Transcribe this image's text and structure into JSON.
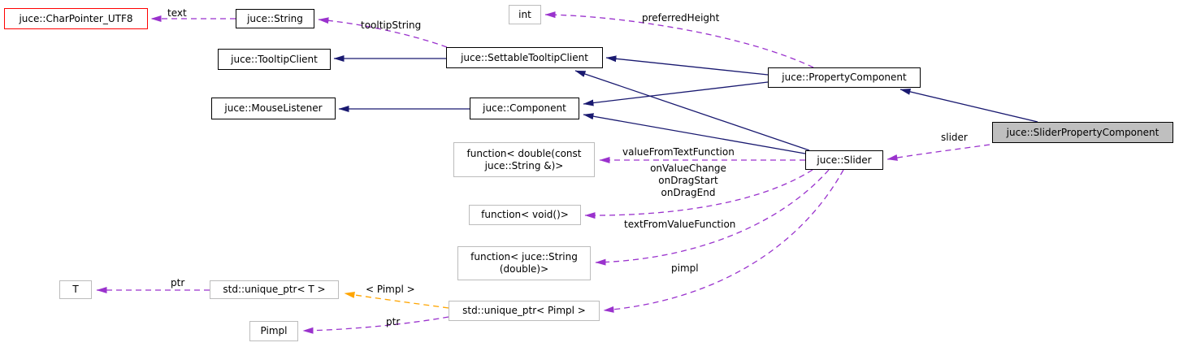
{
  "diagram_type": "doxygen-collaboration-diagram",
  "colors": {
    "inheritance_edge": "#191970",
    "usage_edge": "#9a32cd",
    "template_edge": "#ffa500",
    "highlight_node_fill": "#bfbfbf",
    "external_node_border": "#ff0000",
    "undocumented_node_border": "#bcbcbc",
    "node_border": "#000000",
    "background": "#ffffff"
  },
  "nodes": {
    "charpointer_utf8": {
      "label": "juce::CharPointer_UTF8"
    },
    "string": {
      "label": "juce::String"
    },
    "int": {
      "label": "int"
    },
    "tooltipclient": {
      "label": "juce::TooltipClient"
    },
    "settabletooltipclient": {
      "label": "juce::SettableTooltipClient"
    },
    "propertycomponent": {
      "label": "juce::PropertyComponent"
    },
    "mouselistener": {
      "label": "juce::MouseListener"
    },
    "component": {
      "label": "juce::Component"
    },
    "sliderpropertycomponent": {
      "label": "juce::SliderPropertyComponent"
    },
    "slider": {
      "label": "juce::Slider"
    },
    "func_double": {
      "line1": "function< double(const",
      "line2": "juce::String &)>"
    },
    "func_void": {
      "label": "function< void()>"
    },
    "func_string": {
      "line1": "function< juce::String",
      "line2": "(double)>"
    },
    "unique_ptr_t": {
      "label": "std::unique_ptr< T >"
    },
    "t": {
      "label": "T"
    },
    "unique_ptr_pimpl": {
      "label": "std::unique_ptr< Pimpl >"
    },
    "pimpl": {
      "label": "Pimpl"
    }
  },
  "edge_labels": {
    "text": "text",
    "tooltip_string": "tooltipString",
    "preferred_height": "preferredHeight",
    "slider": "slider",
    "value_from_text": "valueFromTextFunction",
    "on_value_change": "onValueChange",
    "on_drag_start": "onDragStart",
    "on_drag_end": "onDragEnd",
    "text_from_value": "textFromValueFunction",
    "pimpl": "pimpl",
    "ptr_t": "ptr",
    "ptr_pimpl": "ptr",
    "template_pimpl": "< Pimpl >"
  },
  "edges": [
    {
      "from": "juce::String",
      "to": "juce::CharPointer_UTF8",
      "label": "text",
      "type": "usage"
    },
    {
      "from": "juce::SettableTooltipClient",
      "to": "juce::String",
      "label": "tooltipString",
      "type": "usage"
    },
    {
      "from": "juce::SettableTooltipClient",
      "to": "juce::TooltipClient",
      "type": "inheritance"
    },
    {
      "from": "juce::Component",
      "to": "juce::MouseListener",
      "type": "inheritance"
    },
    {
      "from": "juce::PropertyComponent",
      "to": "juce::SettableTooltipClient",
      "type": "inheritance"
    },
    {
      "from": "juce::PropertyComponent",
      "to": "juce::Component",
      "type": "inheritance"
    },
    {
      "from": "juce::PropertyComponent",
      "to": "int",
      "label": "preferredHeight",
      "type": "usage"
    },
    {
      "from": "juce::Slider",
      "to": "juce::SettableTooltipClient",
      "type": "inheritance"
    },
    {
      "from": "juce::Slider",
      "to": "juce::Component",
      "type": "inheritance"
    },
    {
      "from": "juce::SliderPropertyComponent",
      "to": "juce::PropertyComponent",
      "type": "inheritance"
    },
    {
      "from": "juce::SliderPropertyComponent",
      "to": "juce::Slider",
      "label": "slider",
      "type": "usage"
    },
    {
      "from": "juce::Slider",
      "to": "function< double(const juce::String &)>",
      "label": "valueFromTextFunction",
      "type": "usage"
    },
    {
      "from": "juce::Slider",
      "to": "function< void()>",
      "label": "onValueChange onDragStart onDragEnd",
      "type": "usage"
    },
    {
      "from": "juce::Slider",
      "to": "function< juce::String (double)>",
      "label": "textFromValueFunction",
      "type": "usage"
    },
    {
      "from": "juce::Slider",
      "to": "std::unique_ptr< Pimpl >",
      "label": "pimpl",
      "type": "usage"
    },
    {
      "from": "std::unique_ptr< T >",
      "to": "T",
      "label": "ptr",
      "type": "usage"
    },
    {
      "from": "std::unique_ptr< Pimpl >",
      "to": "Pimpl",
      "label": "ptr",
      "type": "usage"
    },
    {
      "from": "std::unique_ptr< Pimpl >",
      "to": "std::unique_ptr< T >",
      "label": "< Pimpl >",
      "type": "template-instance"
    }
  ]
}
